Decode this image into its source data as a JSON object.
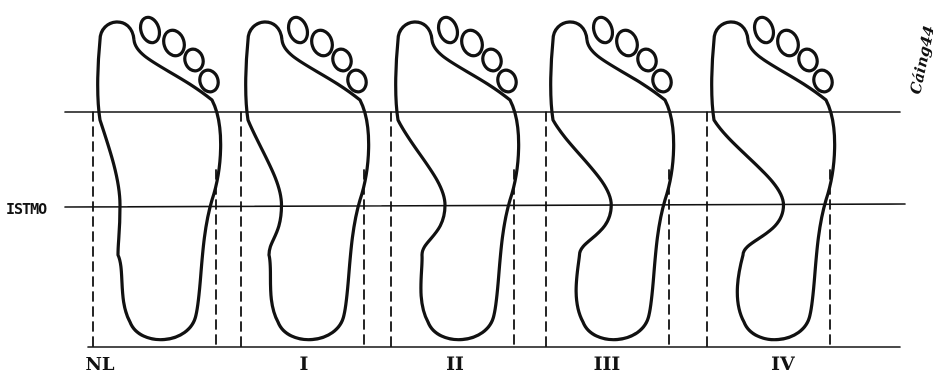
{
  "figure": {
    "istmo_label": "ISTMO",
    "signature": "Cáing44",
    "feet": [
      {
        "grade": "NL",
        "arch": 1.0
      },
      {
        "grade": "I",
        "arch": 0.7
      },
      {
        "grade": "II",
        "arch": 0.4
      },
      {
        "grade": "III",
        "arch": 0.15
      },
      {
        "grade": "IV",
        "arch": -0.1
      }
    ]
  }
}
